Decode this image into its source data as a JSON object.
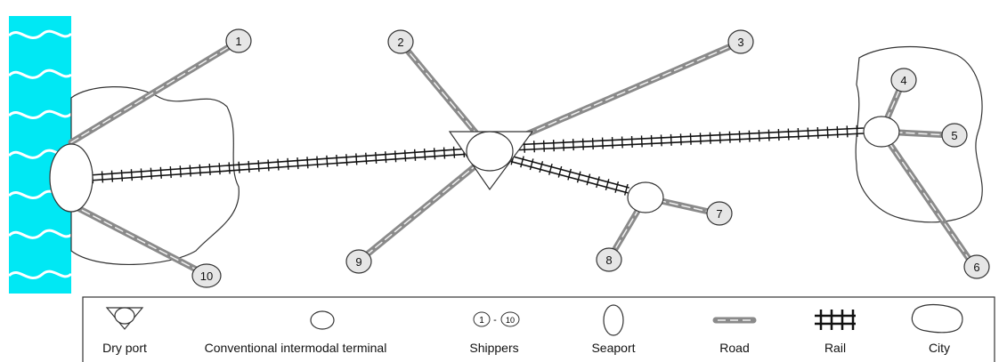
{
  "shippers": [
    {
      "id": "1",
      "label": "1"
    },
    {
      "id": "2",
      "label": "2"
    },
    {
      "id": "3",
      "label": "3"
    },
    {
      "id": "4",
      "label": "4"
    },
    {
      "id": "5",
      "label": "5"
    },
    {
      "id": "6",
      "label": "6"
    },
    {
      "id": "7",
      "label": "7"
    },
    {
      "id": "8",
      "label": "8"
    },
    {
      "id": "9",
      "label": "9"
    },
    {
      "id": "10",
      "label": "10"
    }
  ],
  "legend": {
    "dry_port": "Dry port",
    "conventional_terminal": "Conventional intermodal terminal",
    "shippers": "Shippers",
    "shippers_range_from": "1",
    "shippers_range_sep": "-",
    "shippers_range_to": "10",
    "seaport": "Seaport",
    "road": "Road",
    "rail": "Rail",
    "city": "City"
  },
  "colors": {
    "sea": "#00e8f4",
    "road": "#8a8a8a",
    "road_center": "#f0f0f0",
    "rail": "#111111",
    "node_fill": "#e6e6e6",
    "outline": "#333333"
  }
}
